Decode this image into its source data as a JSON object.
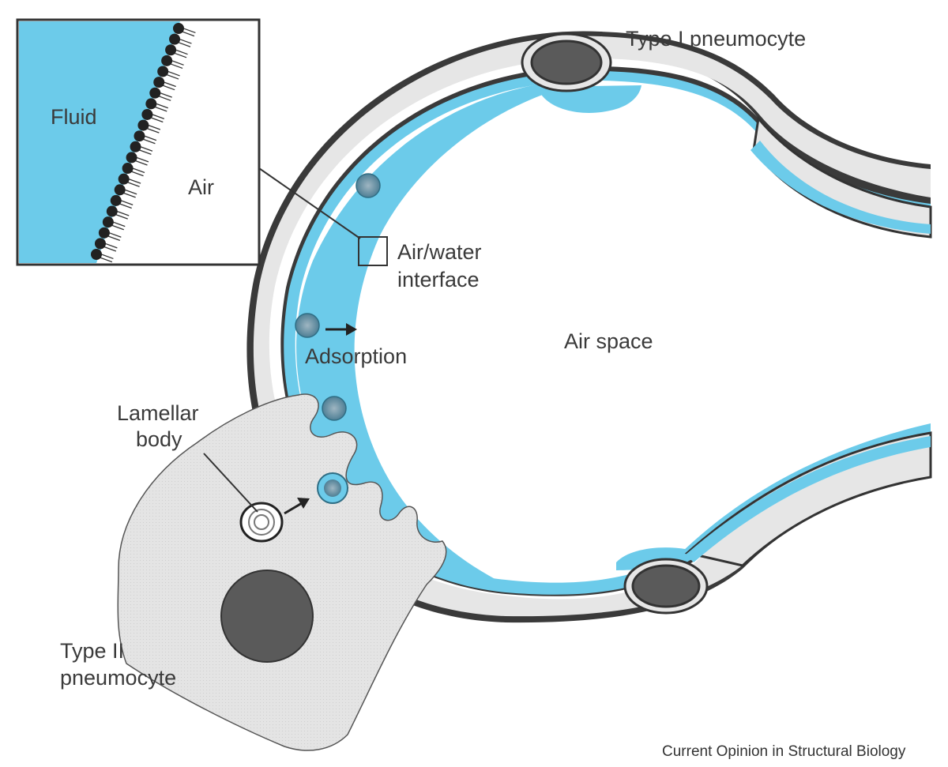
{
  "labels": {
    "fluid": "Fluid",
    "air": "Air",
    "type1": "Type I pneumocyte",
    "interface_line1": "Air/water",
    "interface_line2": "interface",
    "air_space": "Air space",
    "adsorption": "Adsorption",
    "lamellar_line1": "Lamellar",
    "lamellar_line2": "body",
    "type2_line1": "Type II",
    "type2_line2": "pneumocyte"
  },
  "credit": "Current Opinion in Structural Biology",
  "colors": {
    "fluid": "#6ccbea",
    "tissue": "#e6e6e6",
    "outline": "#333333",
    "nucleus": "#5a5a5a",
    "text": "#3a3a3a"
  }
}
